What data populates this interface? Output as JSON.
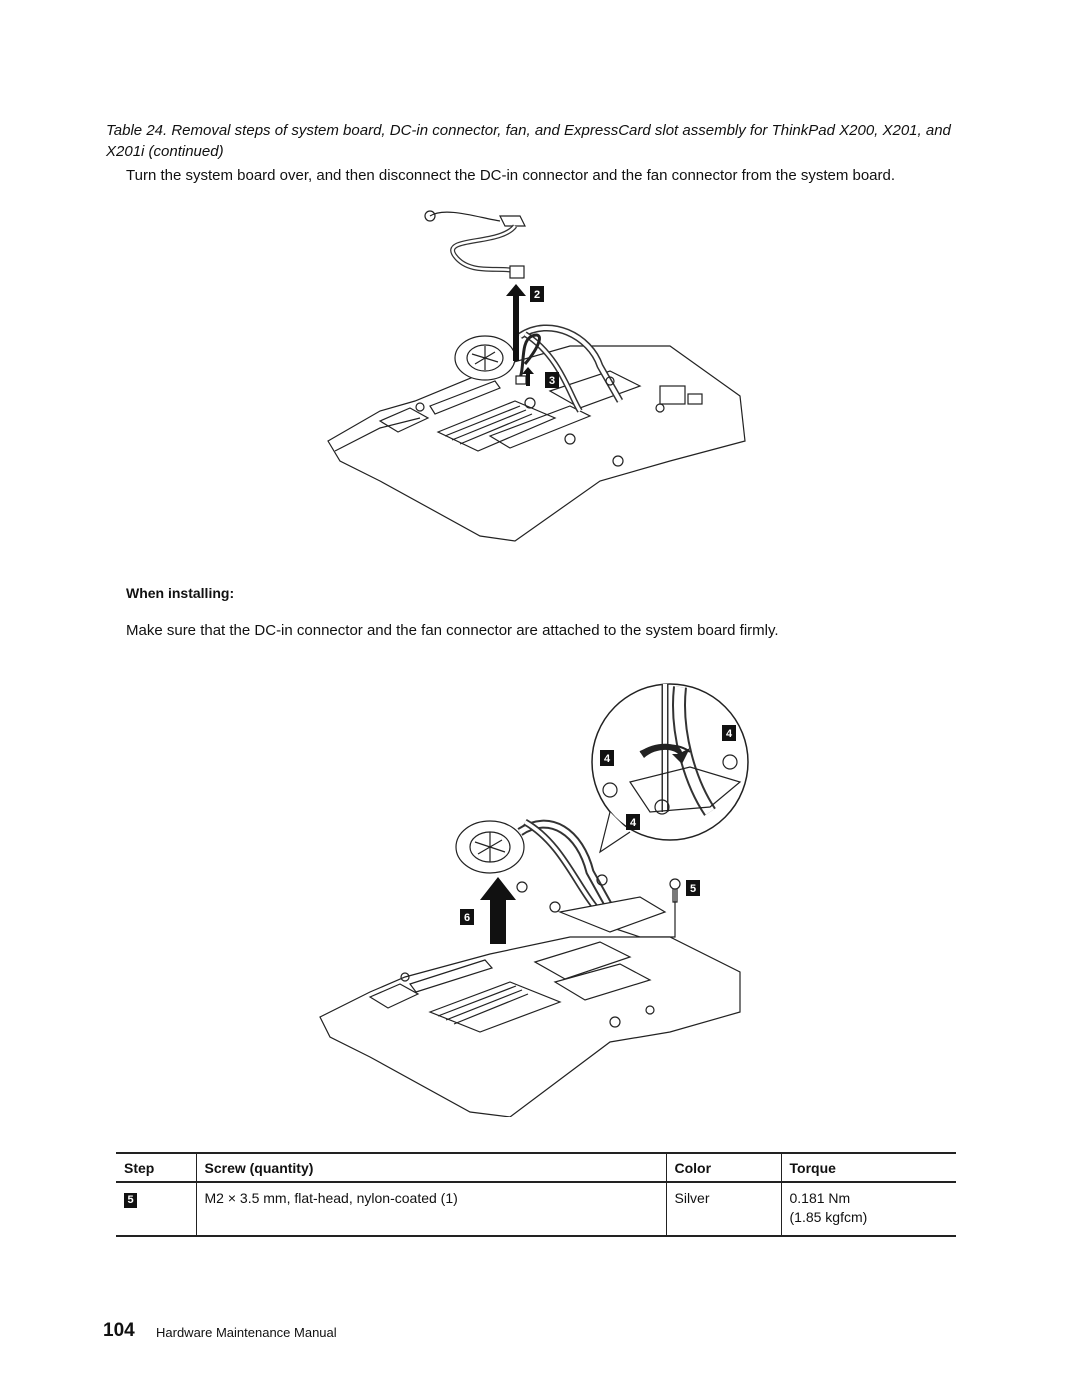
{
  "caption": "Table 24. Removal steps of system board, DC-in connector, fan, and ExpressCard slot assembly for ThinkPad X200, X201, and X201i (continued)",
  "intro": "Turn the system board over, and then disconnect the DC-in connector and the fan connector from the system board.",
  "figure1": {
    "tags": [
      "2",
      "3"
    ]
  },
  "installing": {
    "heading": "When installing:",
    "text": "Make sure that the DC-in connector and the fan connector are attached to the system board firmly."
  },
  "figure2": {
    "tags": [
      "4",
      "4",
      "4",
      "5",
      "6"
    ]
  },
  "table": {
    "headers": [
      "Step",
      "Screw (quantity)",
      "Color",
      "Torque"
    ],
    "rows": [
      {
        "step": "5",
        "screw": "M2 × 3.5 mm, flat-head, nylon-coated (1)",
        "color": "Silver",
        "torque_1": "0.181 Nm",
        "torque_2": "(1.85 kgfcm)"
      }
    ]
  },
  "footer": {
    "page_number": "104",
    "title": "Hardware Maintenance Manual"
  }
}
